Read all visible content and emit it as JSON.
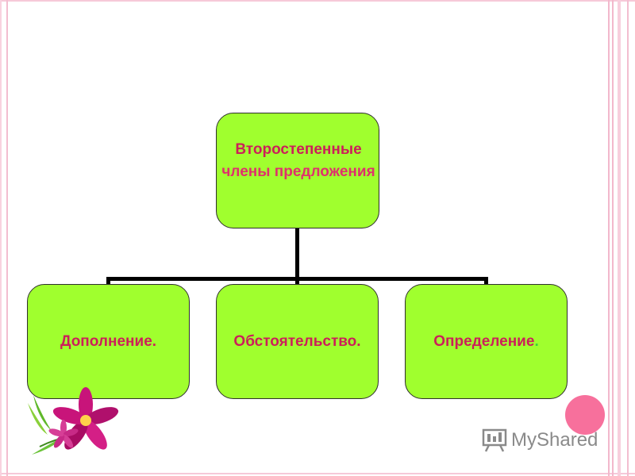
{
  "diagram": {
    "root": {
      "line1": "Второстепенные",
      "line2": "члены предложения"
    },
    "children": [
      {
        "label": "Дополнение."
      },
      {
        "label": "Обстоятельство."
      },
      {
        "label": "Определение",
        "suffix": "."
      }
    ]
  },
  "watermark": {
    "brand": "MyShared"
  },
  "colors": {
    "box_fill": "#a0ff2e",
    "text": "#cc1f5a",
    "border_accent": "#f2b8cc",
    "circle": "#f7709c"
  }
}
